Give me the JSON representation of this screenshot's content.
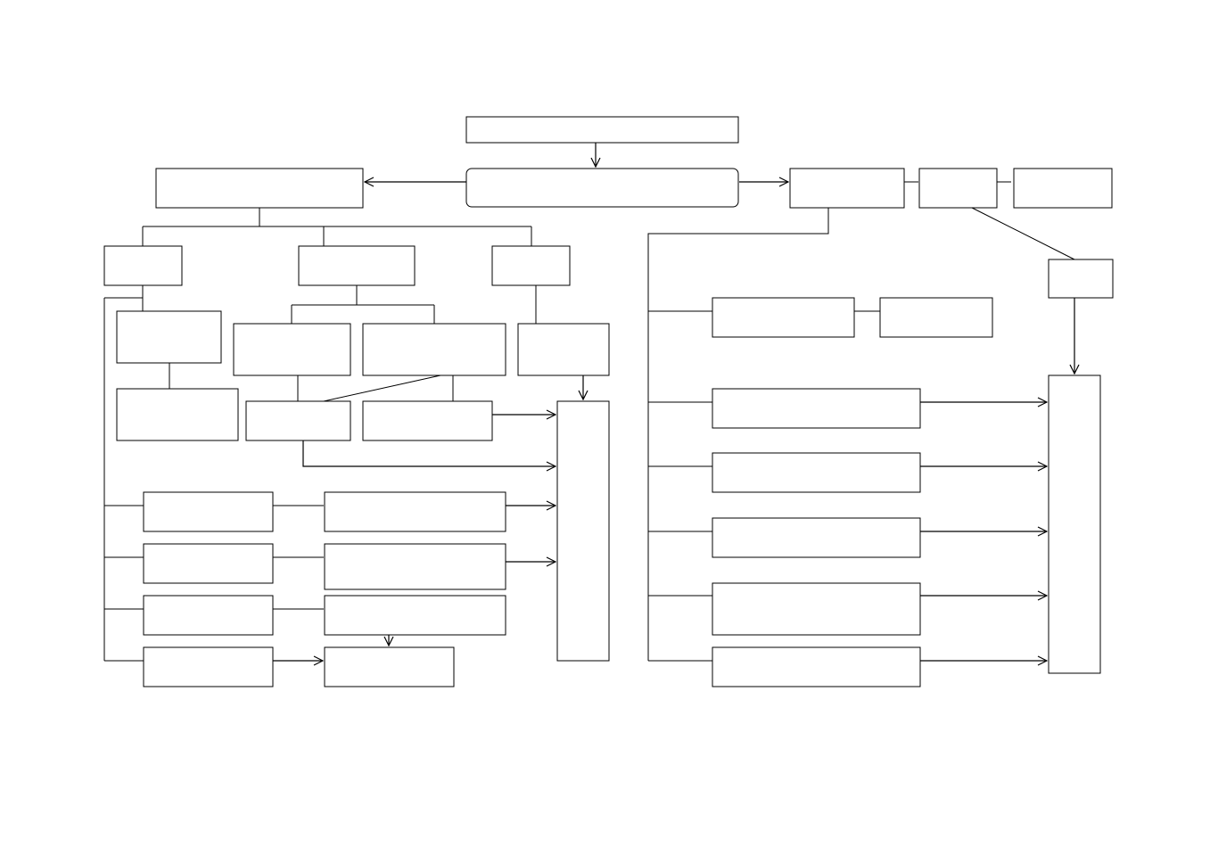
{
  "diagram": {
    "nodes": [
      {
        "id": "top",
        "label": ""
      },
      {
        "id": "center",
        "label": ""
      },
      {
        "id": "left_main",
        "label": ""
      },
      {
        "id": "right_main",
        "label": ""
      },
      {
        "id": "right_mid",
        "label": ""
      },
      {
        "id": "right_far",
        "label": ""
      },
      {
        "id": "right_small",
        "label": ""
      },
      {
        "id": "l_a",
        "label": ""
      },
      {
        "id": "l_b",
        "label": ""
      },
      {
        "id": "l_c",
        "label": ""
      },
      {
        "id": "l_a1",
        "label": ""
      },
      {
        "id": "l_a2",
        "label": ""
      },
      {
        "id": "l_b1",
        "label": ""
      },
      {
        "id": "l_b2",
        "label": ""
      },
      {
        "id": "l_c1",
        "label": ""
      },
      {
        "id": "l_b1a",
        "label": ""
      },
      {
        "id": "l_b2a",
        "label": ""
      },
      {
        "id": "l_collector",
        "label": ""
      },
      {
        "id": "l_r1a",
        "label": ""
      },
      {
        "id": "l_r1b",
        "label": ""
      },
      {
        "id": "l_r2a",
        "label": ""
      },
      {
        "id": "l_r2b",
        "label": ""
      },
      {
        "id": "l_r3a",
        "label": ""
      },
      {
        "id": "l_r3b",
        "label": ""
      },
      {
        "id": "l_r4a",
        "label": ""
      },
      {
        "id": "l_r4b",
        "label": ""
      },
      {
        "id": "r_1a",
        "label": ""
      },
      {
        "id": "r_1b",
        "label": ""
      },
      {
        "id": "r_2",
        "label": ""
      },
      {
        "id": "r_3",
        "label": ""
      },
      {
        "id": "r_4",
        "label": ""
      },
      {
        "id": "r_5",
        "label": ""
      },
      {
        "id": "r_6",
        "label": ""
      },
      {
        "id": "r_collector",
        "label": ""
      }
    ]
  }
}
